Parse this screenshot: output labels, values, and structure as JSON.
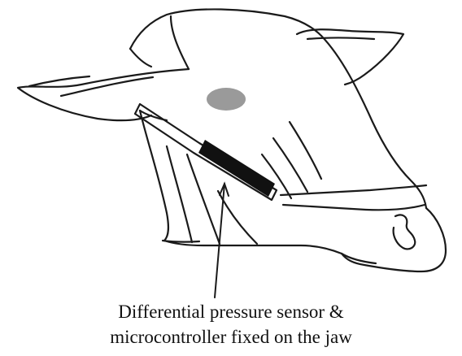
{
  "figure": {
    "caption_lines": [
      "Differential pressure sensor &",
      "microcontroller fixed on the jaw"
    ],
    "icon": "cow-head-with-jaw-sensor",
    "colors": {
      "line": "#1a1a1a",
      "sensor": "#111111",
      "patch": "#9a9a9a",
      "background": "#ffffff"
    }
  }
}
